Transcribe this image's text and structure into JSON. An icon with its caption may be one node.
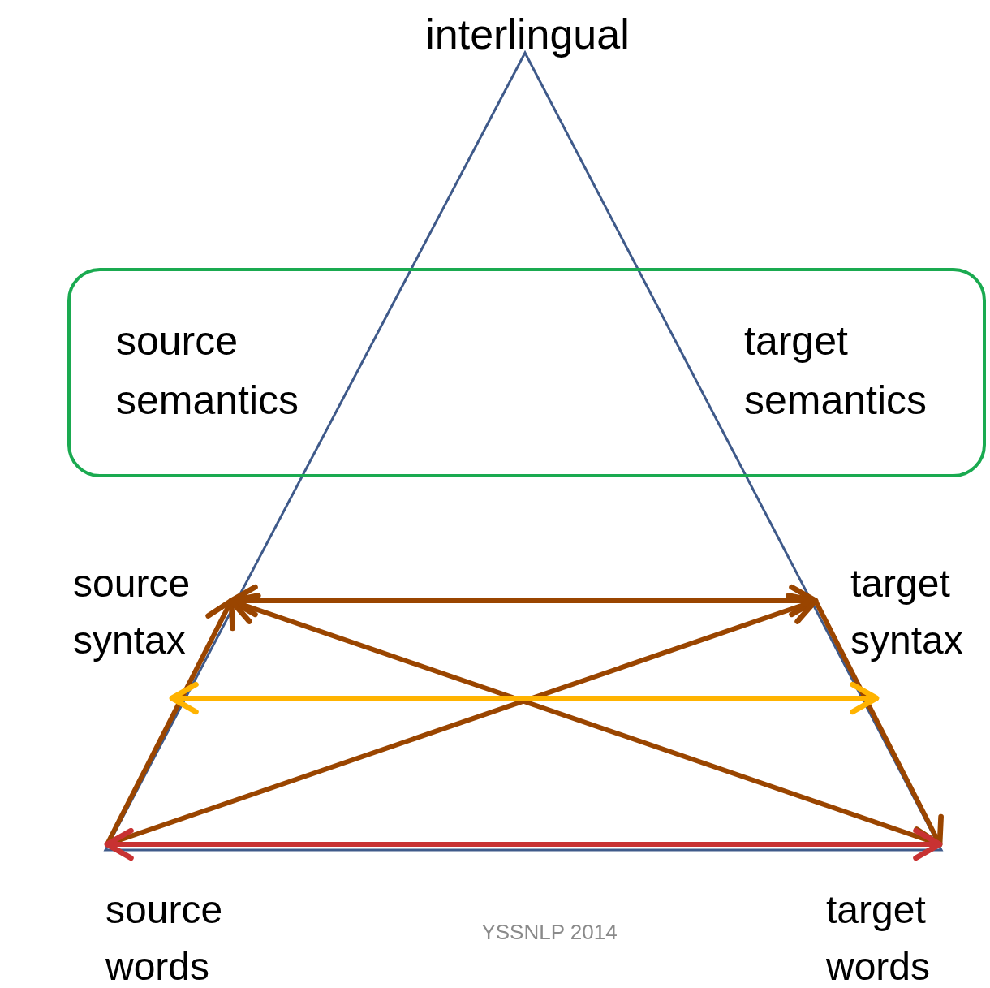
{
  "diagram": {
    "nodes": [
      {
        "text": [
          "interlingual"
        ]
      },
      {
        "text": [],
        "shape": "box"
      },
      {
        "text": [
          "source semantics"
        ],
        "in": 1
      },
      {
        "text": [
          "target semantics"
        ],
        "in": 1
      },
      {
        "text": [
          "source syntax"
        ]
      },
      {
        "text": [
          "target syntax"
        ]
      },
      {
        "text": [
          "source words"
        ]
      },
      {
        "text": [
          "target words"
        ]
      }
    ],
    "edges": [
      {
        "from": 6,
        "to": 4,
        "arrow": "to"
      },
      {
        "from": 4,
        "to": 5,
        "arrow": "both"
      },
      {
        "from": 7,
        "to": 4,
        "arrow": "to"
      },
      {
        "from": 6,
        "to": 5,
        "arrow": "to"
      },
      {
        "from": 5,
        "to": 7,
        "arrow": "to"
      },
      {
        "from": 4,
        "to": 5,
        "arrow": "both",
        "color": "#ffb300"
      },
      {
        "from": 6,
        "to": 7,
        "arrow": "both",
        "color": "#c83232"
      }
    ],
    "labels": [
      "YSSNLP 2014"
    ]
  }
}
